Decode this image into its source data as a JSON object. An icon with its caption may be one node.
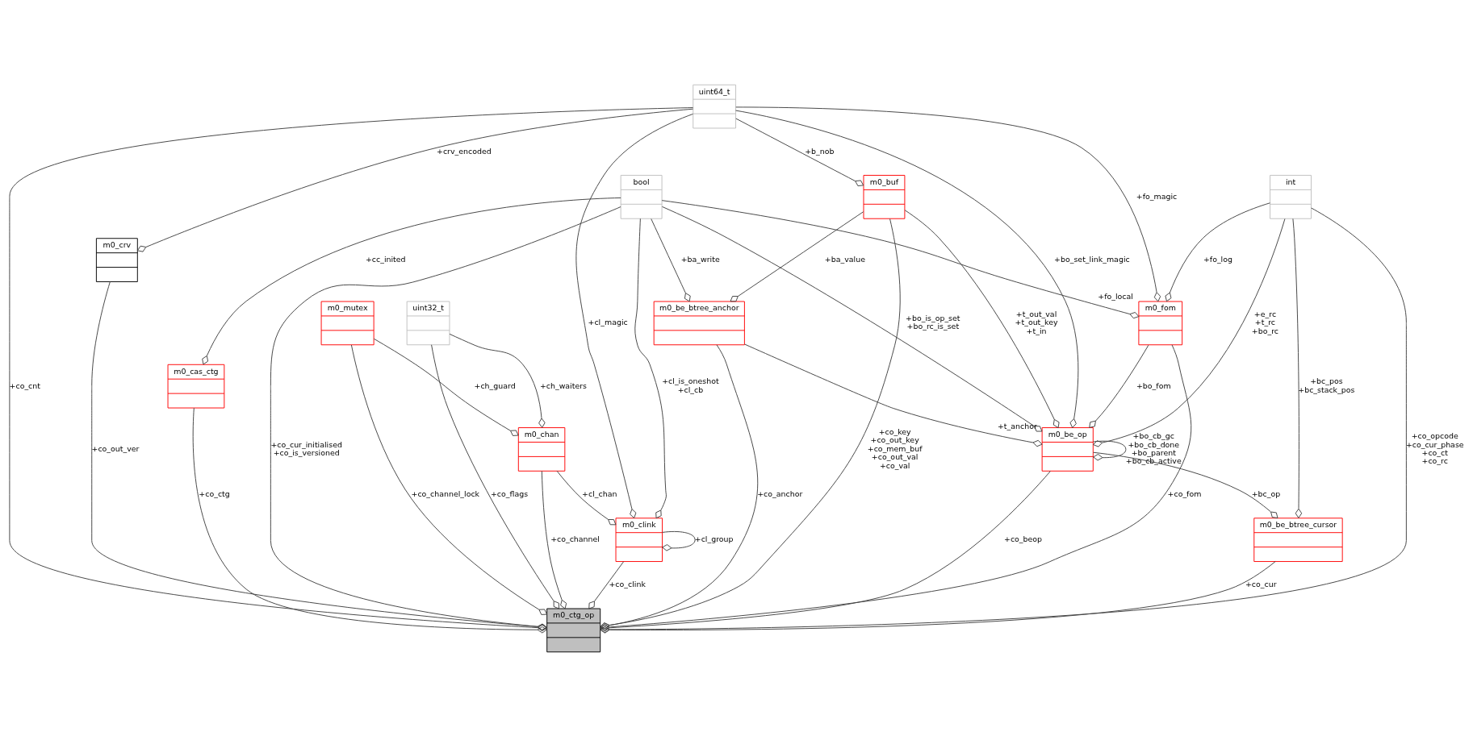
{
  "diagram": {
    "nodes": [
      {
        "text": [
          "uint64_t"
        ]
      },
      {
        "text": [
          "bool"
        ]
      },
      {
        "text": [
          "m0_buf"
        ]
      },
      {
        "text": [
          "int"
        ]
      },
      {
        "text": [
          "m0_crv"
        ]
      },
      {
        "text": [
          "m0_mutex"
        ]
      },
      {
        "text": [
          "uint32_t"
        ]
      },
      {
        "text": [
          "m0_be_btree_anchor"
        ]
      },
      {
        "text": [
          "m0_fom"
        ]
      },
      {
        "text": [
          "m0_cas_ctg"
        ]
      },
      {
        "text": [
          "m0_chan"
        ]
      },
      {
        "text": [
          "m0_be_op"
        ]
      },
      {
        "text": [
          "m0_clink"
        ]
      },
      {
        "text": [
          "m0_be_btree_cursor"
        ]
      },
      {
        "text": [
          "m0_ctg_op"
        ]
      }
    ],
    "edges": [
      {
        "from": 0,
        "to": 14,
        "arrow": "other",
        "label": "+co_cnt"
      },
      {
        "from": 0,
        "to": 12,
        "arrow": "other",
        "label": "+cl_magic"
      },
      {
        "from": 0,
        "to": 2,
        "arrow": "other",
        "label": "+b_nob"
      },
      {
        "from": 0,
        "to": 11,
        "arrow": "other",
        "label": "+bo_set_link_magic"
      },
      {
        "from": 0,
        "to": 8,
        "arrow": "other",
        "label": "+fo_magic"
      },
      {
        "from": 0,
        "to": 4,
        "arrow": "other",
        "label": "+crv_encoded"
      },
      {
        "from": 1,
        "to": 12,
        "arrow": "other",
        "label": "+cl_is_oneshot +cl_cb"
      },
      {
        "from": 1,
        "to": 14,
        "arrow": "other",
        "label": "+co_cur_initialised +co_is_versioned"
      },
      {
        "from": 1,
        "to": 9,
        "arrow": "other",
        "label": "+cc_inited"
      },
      {
        "from": 1,
        "to": 7,
        "arrow": "other",
        "label": "+ba_write"
      },
      {
        "from": 1,
        "to": 11,
        "arrow": "other",
        "label": "+bo_is_op_set +bo_rc_is_set"
      },
      {
        "from": 1,
        "to": 8,
        "arrow": "other",
        "label": "+fo_local"
      },
      {
        "from": 2,
        "to": 7,
        "arrow": "other",
        "label": "+ba_value"
      },
      {
        "from": 2,
        "to": 11,
        "arrow": "other",
        "label": "+t_out_val +t_out_key +t_in"
      },
      {
        "from": 2,
        "to": 14,
        "arrow": "other",
        "label": "+co_key +co_out_key +co_mem_buf +co_out_val +co_val"
      },
      {
        "from": 3,
        "to": 8,
        "arrow": "other",
        "label": "+fo_log"
      },
      {
        "from": 3,
        "to": 11,
        "arrow": "other",
        "label": "+e_rc +t_rc +bo_rc"
      },
      {
        "from": 3,
        "to": 13,
        "arrow": "other",
        "label": "+bc_pos +bc_stack_pos"
      },
      {
        "from": 3,
        "to": 14,
        "arrow": "other",
        "label": "+co_opcode +co_cur_phase +co_ct +co_rc"
      },
      {
        "from": 4,
        "to": 14,
        "arrow": "other",
        "label": "+co_out_ver"
      },
      {
        "from": 5,
        "to": 10,
        "arrow": "other",
        "label": "+ch_guard"
      },
      {
        "from": 5,
        "to": 14,
        "arrow": "other",
        "label": "+co_channel_lock"
      },
      {
        "from": 6,
        "to": 10,
        "arrow": "other",
        "label": "+ch_waiters"
      },
      {
        "from": 6,
        "to": 14,
        "arrow": "other",
        "label": "+co_flags"
      },
      {
        "from": 7,
        "to": 11,
        "arrow": "other",
        "label": "+t_anchor"
      },
      {
        "from": 7,
        "to": 14,
        "arrow": "other",
        "label": "+co_anchor"
      },
      {
        "from": 8,
        "to": 11,
        "arrow": "other",
        "label": "+bo_fom"
      },
      {
        "from": 8,
        "to": 14,
        "arrow": "other",
        "label": "+co_fom"
      },
      {
        "from": 9,
        "to": 14,
        "arrow": "other",
        "label": "+co_ctg"
      },
      {
        "from": 10,
        "to": 12,
        "arrow": "other",
        "label": "+cl_chan"
      },
      {
        "from": 10,
        "to": 14,
        "arrow": "other",
        "label": "+co_channel"
      },
      {
        "from": 11,
        "to": 11,
        "arrow": "other",
        "label": "+bo_cb_gc +bo_cb_done +bo_parent +bo_cb_active"
      },
      {
        "from": 11,
        "to": 13,
        "arrow": "other",
        "label": "+bc_op"
      },
      {
        "from": 11,
        "to": 14,
        "arrow": "other",
        "label": "+co_beop"
      },
      {
        "from": 12,
        "to": 12,
        "arrow": "other",
        "label": "+cl_group"
      },
      {
        "from": 12,
        "to": 14,
        "arrow": "other",
        "label": "+co_clink"
      },
      {
        "from": 13,
        "to": 14,
        "arrow": "other",
        "label": "+co_cur"
      }
    ]
  }
}
